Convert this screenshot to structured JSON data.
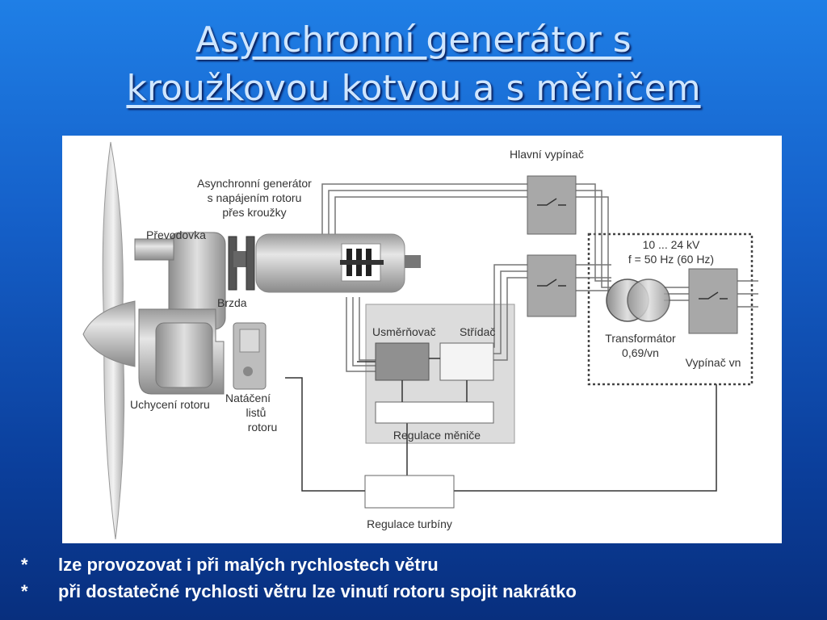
{
  "slide": {
    "title_line1": "Asynchronní generátor s",
    "title_line2": "kroužkovou kotvou a s měničem"
  },
  "diagram": {
    "label_generator_1": "Asynchronní generátor",
    "label_generator_2": "s napájením rotoru",
    "label_generator_3": "přes kroužky",
    "label_gearbox": "Převodovka",
    "label_brake": "Brzda",
    "label_rotor_mount": "Uchycení rotoru",
    "label_pitch_1": "Natáčení",
    "label_pitch_2": "listů",
    "label_pitch_3": "rotoru",
    "label_main_switch": "Hlavní vypínač",
    "label_voltage": "10 ... 24 kV",
    "label_frequency": "f = 50 Hz (60 Hz)",
    "label_rectifier": "Usměrňovač",
    "label_inverter": "Střídač",
    "label_transformer_1": "Transformátor",
    "label_transformer_2": "0,69/vn",
    "label_hv_switch": "Vypínač vn",
    "label_converter_control": "Regulace měniče",
    "label_turbine_control": "Regulace turbíny"
  },
  "bullets": [
    {
      "marker": "*",
      "text": "lze provozovat i při malých rychlostech větru"
    },
    {
      "marker": "*",
      "text": "při dostatečné rychlosti větru lze vinutí rotoru spojit nakrátko"
    }
  ]
}
